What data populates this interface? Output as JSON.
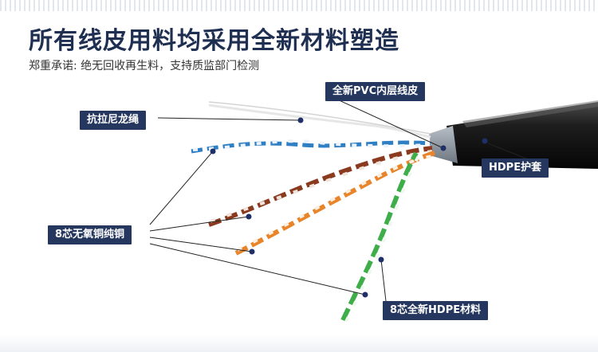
{
  "heading": {
    "title": "所有线皮用料均采用全新材料塑造",
    "subtitle": "郑重承诺: 绝无回收再生料，支持质监部门检测"
  },
  "labels": {
    "pvc_skin": "全新PVC内层线皮",
    "nylon_rope": "抗拉尼龙绳",
    "hdpe_jacket": "HDPE护套",
    "copper_core": "8芯无氧铜纯铜",
    "hdpe_material": "8芯全新HDPE材料"
  },
  "colors": {
    "label_bg": "#25375f",
    "title": "#1f2f52",
    "blue_pair": "#2f7fc4",
    "brown_pair": "#8a3a1f",
    "orange_pair": "#e8842a",
    "green_pair": "#3fae4a",
    "jacket": "#1c1c1c",
    "inner_skin": "#8e98a2"
  }
}
